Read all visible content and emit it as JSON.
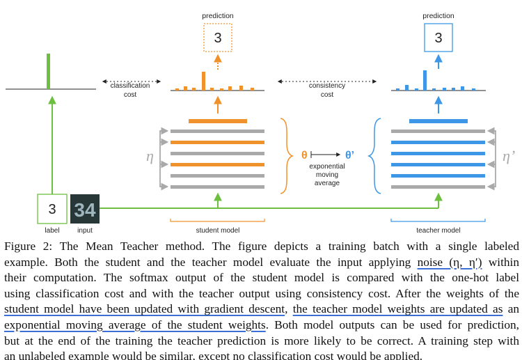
{
  "diagram": {
    "prediction_label": "prediction",
    "student_prediction_value": "3",
    "teacher_prediction_value": "3",
    "classification_cost_label": "classification cost",
    "classification_cost_line1": "classification",
    "classification_cost_line2": "cost",
    "consistency_cost_line1": "consistency",
    "consistency_cost_line2": "cost",
    "noise_student": "η",
    "noise_teacher": "η’",
    "theta": "θ",
    "theta_prime": "θ’",
    "ema_line1": "exponential",
    "ema_line2": "moving",
    "ema_line3": "average",
    "label_value": "3",
    "label_caption": "label",
    "input_caption": "input",
    "input_digits": "34",
    "student_model_label": "student model",
    "teacher_model_label": "teacher model"
  },
  "colors": {
    "green": "#6cbf3f",
    "orange": "#f0922b",
    "blue": "#3d97e6",
    "gray": "#a9a9a9",
    "underline": "#3b6fd6"
  },
  "caption": {
    "l1": "Figure 2: The Mean Teacher method. The figure depicts a training batch with a single labeled",
    "l2a": "example. Both the student and the teacher model evaluate the input applying ",
    "l2b": "noise (η, η′)",
    "l2c": " within",
    "l3": "their computation. The softmax output of the student model is compared with the one-hot label",
    "l4": "using classification cost and with the teacher output using consistency cost. After the weights of the",
    "l5a": "student model have been updated with gradient descent",
    "l5b": ", ",
    "l5c": "the teacher model weights are updated as",
    "l5d": " an",
    "l6a": "exponential moving average of the student weights",
    "l6b": ". Both model outputs can be used for prediction,",
    "l7": "but at the end of the training the teacher prediction is more likely to be correct. A training step with",
    "l8": "an unlabeled example would be similar, except no classification cost would be applied."
  }
}
